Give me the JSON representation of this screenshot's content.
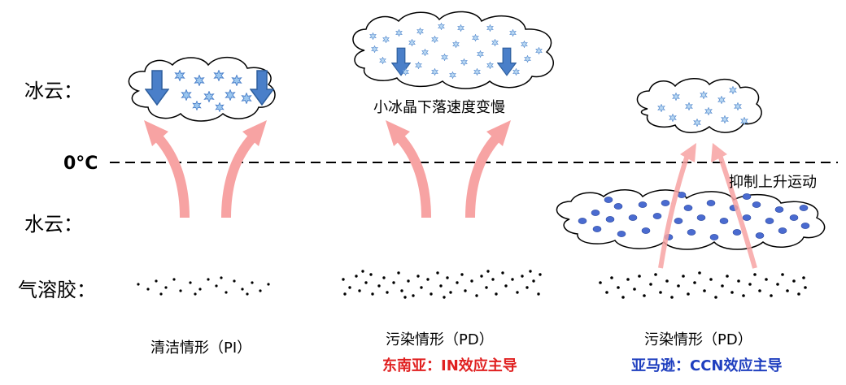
{
  "labels": {
    "ice_cloud": "冰云：",
    "zero_c": "0°C",
    "water_cloud": "水云：",
    "aerosol": "气溶胶："
  },
  "annotations": {
    "slow_fall": "小冰晶下落速度变慢",
    "suppress_updraft": "抑制上升运动"
  },
  "scenarios": [
    {
      "title": "清洁情形（PI）",
      "subtitle": ""
    },
    {
      "title": "污染情形（PD）",
      "subtitle": "东南亚：IN效应主导"
    },
    {
      "title": "污染情形（PD）",
      "subtitle": "亚马逊：CCN效应主导"
    }
  ],
  "colors": {
    "updraft_arrow": "#f7a3a3",
    "fall_arrow": "#4a7fc9",
    "ice_crystal": "#9cc7ef",
    "droplet": "#4a6bd0",
    "subtitle_red": "#e02020",
    "subtitle_blue": "#1f3fbf"
  },
  "icons": {
    "ice_crystal": "star-crystal",
    "down_arrow": "block-down-arrow",
    "updraft": "curved-arrow"
  }
}
